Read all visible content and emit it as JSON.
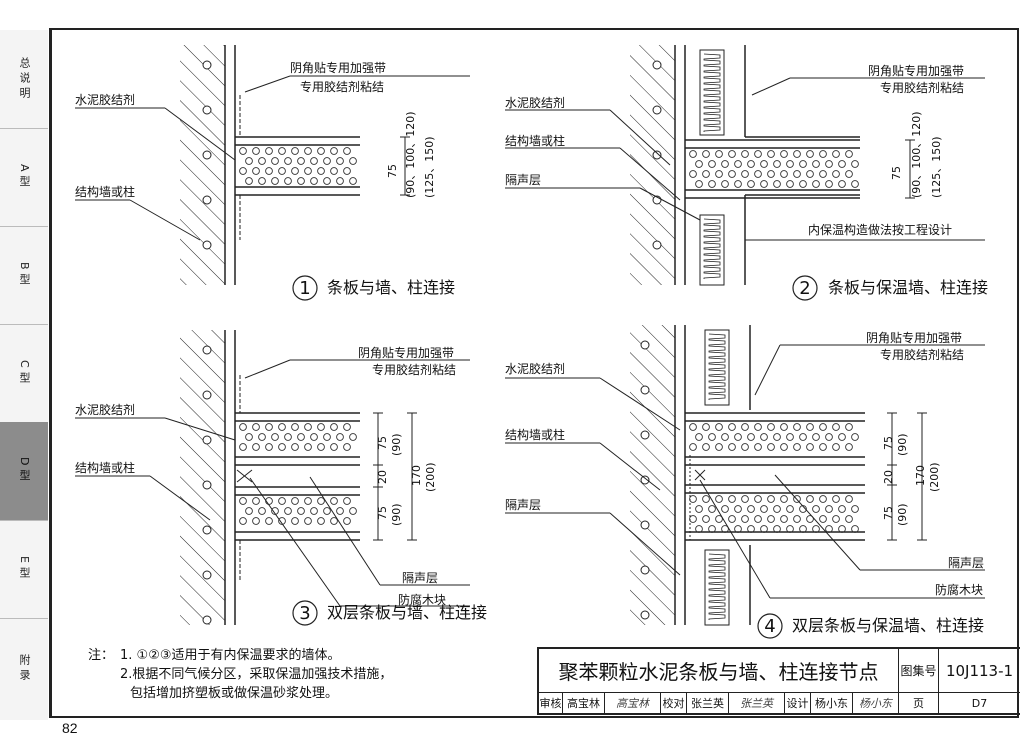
{
  "sidebar": {
    "tabs": [
      {
        "label": "总说明",
        "active": false
      },
      {
        "label": "A型",
        "active": false
      },
      {
        "label": "B型",
        "active": false
      },
      {
        "label": "C型",
        "active": false
      },
      {
        "label": "D型",
        "active": true
      },
      {
        "label": "E型",
        "active": false
      },
      {
        "label": "附录",
        "active": false
      }
    ]
  },
  "details": [
    {
      "number": "1",
      "title": "条板与墙、柱连接",
      "labels": {
        "tape": "阴角贴专用加强带",
        "tape_glue": "专用胶结剂粘结",
        "cement": "水泥胶结剂",
        "wall": "结构墙或柱"
      },
      "dims": {
        "thickness": "75",
        "alt1": "(90、100、120)",
        "alt2": "(125、150)"
      }
    },
    {
      "number": "2",
      "title": "条板与保温墙、柱连接",
      "labels": {
        "tape": "阴角贴专用加强带",
        "tape_glue": "专用胶结剂粘结",
        "cement": "水泥胶结剂",
        "wall": "结构墙或柱",
        "sound": "隔声层",
        "insulation": "内保温构造做法按工程设计"
      },
      "dims": {
        "thickness": "75",
        "alt1": "(90、100、120)",
        "alt2": "(125、150)"
      }
    },
    {
      "number": "3",
      "title": "双层条板与墙、柱连接",
      "labels": {
        "tape": "阴角贴专用加强带",
        "tape_glue": "专用胶结剂粘结",
        "cement": "水泥胶结剂",
        "wall": "结构墙或柱",
        "sound": "隔声层",
        "wood": "防腐木块"
      },
      "dims": {
        "top": "75",
        "top_alt": "(90)",
        "gap": "20",
        "bottom": "75",
        "bottom_alt": "(90)",
        "total": "170",
        "total_alt": "(200)"
      }
    },
    {
      "number": "4",
      "title": "双层条板与保温墙、柱连接",
      "labels": {
        "tape": "阴角贴专用加强带",
        "tape_glue": "专用胶结剂粘结",
        "cement": "水泥胶结剂",
        "wall": "结构墙或柱",
        "sound_left": "隔声层",
        "sound": "隔声层",
        "wood": "防腐木块"
      },
      "dims": {
        "top": "75",
        "top_alt": "(90)",
        "gap": "20",
        "bottom": "75",
        "bottom_alt": "(90)",
        "total": "170",
        "total_alt": "(200)"
      }
    }
  ],
  "notes": {
    "prefix": "注：",
    "items": [
      "1. ①②③适用于有内保温要求的墙体。",
      "2.根据不同气候分区，采取保温加强技术措施，",
      "包括增加挤塑板或做保温砂浆处理。"
    ]
  },
  "title_block": {
    "title": "聚苯颗粒水泥条板与墙、柱连接节点",
    "atlas_label": "图集号",
    "atlas_no": "10J113-1",
    "review_label": "审核",
    "reviewer": "高宝林",
    "reviewer_sig": "高宝林",
    "check_label": "校对",
    "checker": "张兰英",
    "checker_sig": "张兰英",
    "design_label": "设计",
    "designer": "杨小东",
    "designer_sig": "杨小东",
    "page_label": "页",
    "page": "D7"
  },
  "page_number": "82"
}
